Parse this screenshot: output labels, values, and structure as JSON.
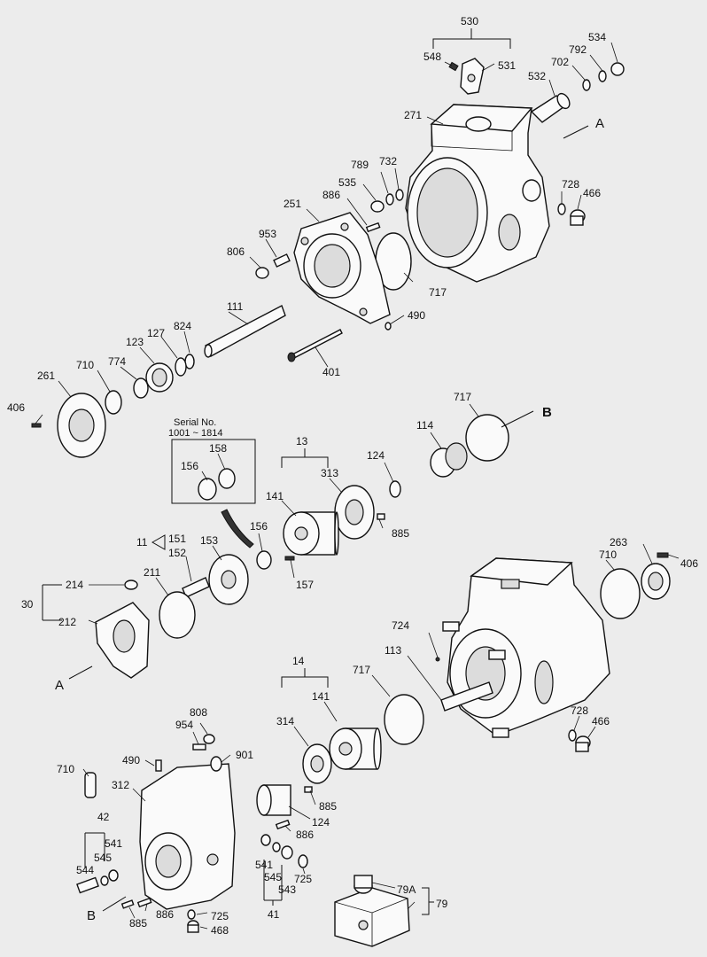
{
  "diagram": {
    "serial_box": {
      "line1": "Serial No.",
      "line2": "1001 ~ 1814"
    },
    "section_markers": [
      "A",
      "B",
      "A",
      "B"
    ],
    "labels": [
      "530",
      "548",
      "531",
      "534",
      "792",
      "702",
      "532",
      "271",
      "789",
      "732",
      "535",
      "886",
      "728",
      "466",
      "251",
      "953",
      "806",
      "717",
      "490",
      "111",
      "401",
      "824",
      "127",
      "123",
      "774",
      "710",
      "261",
      "406",
      "717",
      "114",
      "13",
      "124",
      "313",
      "141",
      "885",
      "158",
      "156",
      "156",
      "157",
      "11",
      "151",
      "152",
      "153",
      "211",
      "214",
      "30",
      "212",
      "263",
      "406",
      "710",
      "724",
      "113",
      "14",
      "141",
      "717",
      "314",
      "728",
      "466",
      "808",
      "954",
      "901",
      "490",
      "710",
      "312",
      "42",
      "541",
      "545",
      "544",
      "885",
      "124",
      "886",
      "541",
      "545",
      "543",
      "725",
      "41",
      "79A",
      "79",
      "886",
      "885",
      "725",
      "468"
    ]
  }
}
